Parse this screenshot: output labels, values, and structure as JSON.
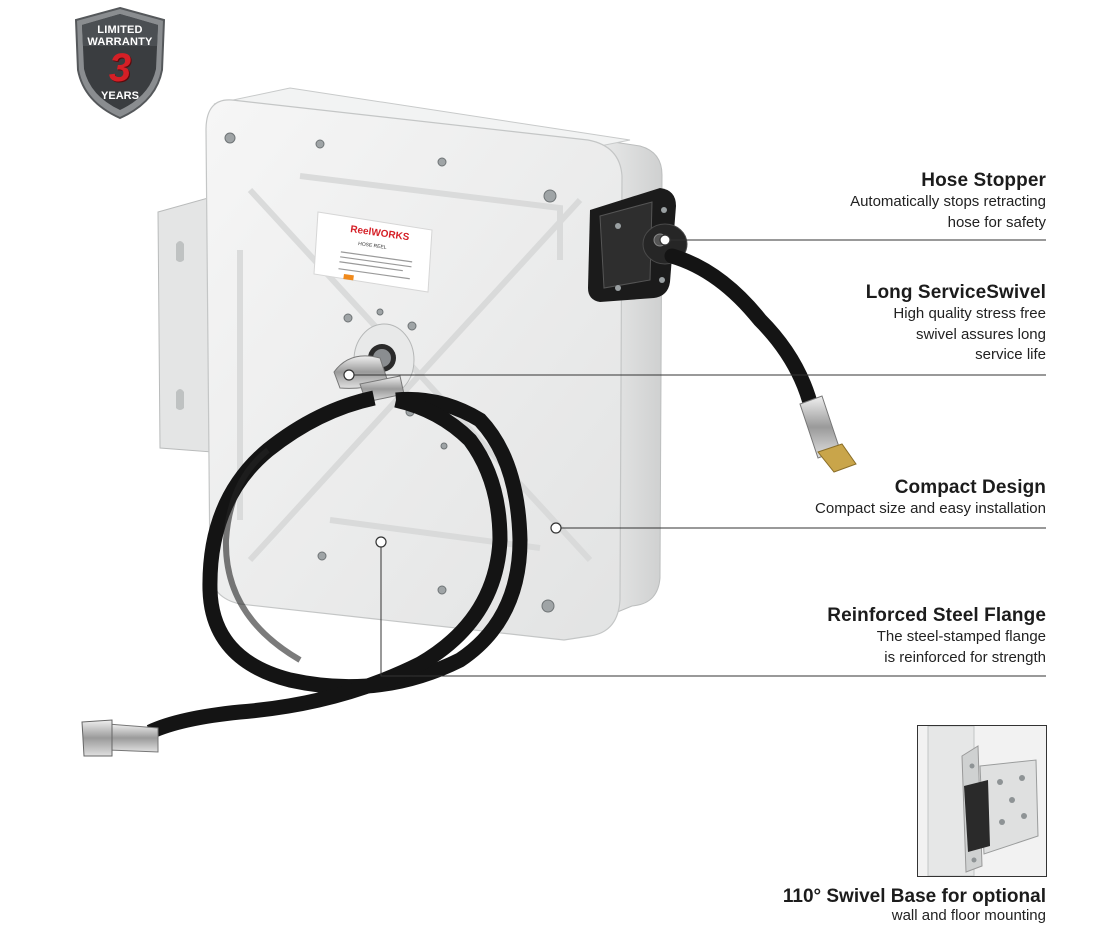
{
  "badge": {
    "line1": "LIMITED",
    "line2": "WARRANTY",
    "number": "3",
    "years": "YEARS"
  },
  "product_label": {
    "brand": "ReelWORKS",
    "subtitle": "HOSE REEL"
  },
  "callouts": [
    {
      "title": "Hose Stopper",
      "desc": "Automatically stops retracting\nhose for safety"
    },
    {
      "title": "Long ServiceSwivel",
      "desc": "High quality stress free\nswivel assures long\nservice life"
    },
    {
      "title": "Compact Design",
      "desc": "Compact size and easy installation"
    },
    {
      "title": "Reinforced Steel Flange",
      "desc": "The steel-stamped flange\nis reinforced  for strength"
    }
  ],
  "inset": {
    "caption": "110° Swivel Base for optional",
    "caption2": "wall and floor mounting"
  },
  "colors": {
    "reel_body": "#ebecec",
    "hose": "#141414",
    "badge_red": "#d51f26",
    "badge_metal": "#8a8d90",
    "leader_line": "#333333"
  }
}
